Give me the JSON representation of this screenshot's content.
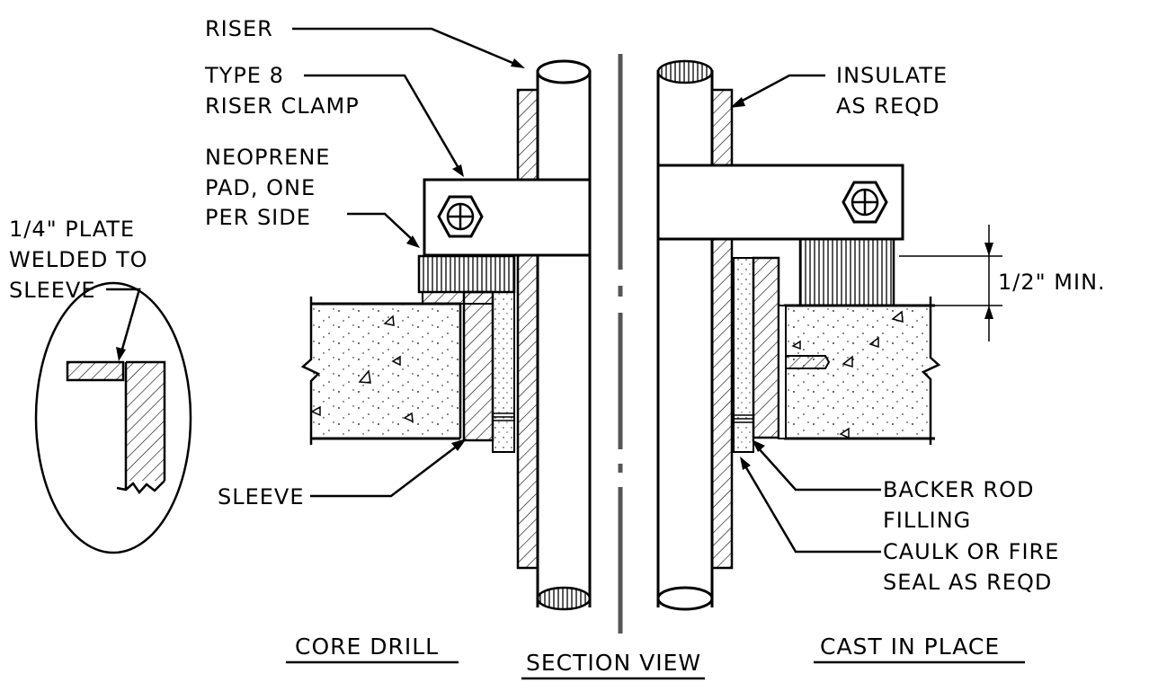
{
  "labels": {
    "riser": "RISER",
    "type8_line1": "TYPE 8",
    "type8_line2": "RISER CLAMP",
    "neoprene_line1": "NEOPRENE",
    "neoprene_line2": "PAD, ONE",
    "neoprene_line3": "PER SIDE",
    "plate_line1": "1/4\" PLATE",
    "plate_line2": "WELDED TO",
    "plate_line3": "SLEEVE",
    "sleeve": "SLEEVE",
    "insulate_line1": "INSULATE",
    "insulate_line2": "AS REQD",
    "dimension": "1/2\" MIN.",
    "backer_line1": "BACKER ROD",
    "backer_line2": "FILLING",
    "caulk_line1": "CAULK OR FIRE",
    "caulk_line2": "SEAL AS REQD"
  },
  "titles": {
    "left": "CORE DRILL",
    "center": "SECTION VIEW",
    "right": "CAST IN PLACE"
  }
}
